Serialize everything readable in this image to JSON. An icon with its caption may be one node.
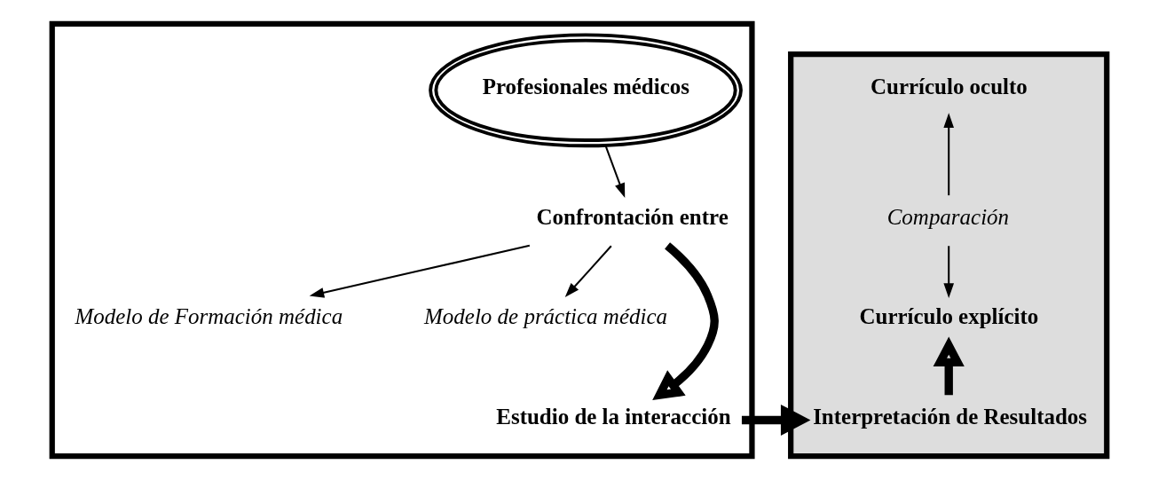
{
  "diagram": {
    "nodes": [
      {
        "text": [],
        "shape": "box"
      },
      {
        "text": [
          "Profesionales médicos"
        ],
        "in": 0
      },
      {
        "text": [
          "Confrontación entre"
        ],
        "in": 0
      },
      {
        "text": [
          "Modelo de Formación médica"
        ],
        "in": 0
      },
      {
        "text": [
          "Modelo de práctica médica"
        ],
        "in": 0
      },
      {
        "text": [
          "Estudio de la interacción"
        ],
        "in": 0
      },
      {
        "text": [],
        "shape": "box"
      },
      {
        "text": [
          "Currículo oculto"
        ],
        "in": 6
      },
      {
        "text": [
          "Comparación"
        ],
        "in": 6
      },
      {
        "text": [
          "Currículo explícito"
        ],
        "in": 6
      },
      {
        "text": [
          "Interpretación de Resultados"
        ],
        "in": 6
      }
    ],
    "edges": [
      {
        "from": 1,
        "to": 2,
        "arrow": "to"
      },
      {
        "from": 2,
        "to": 3,
        "arrow": "to"
      },
      {
        "from": 2,
        "to": 4,
        "arrow": "to"
      },
      {
        "from": 2,
        "to": 5,
        "arrow": "to",
        "style": "thick"
      },
      {
        "from": 5,
        "to": 10,
        "arrow": "to",
        "style": "thick"
      },
      {
        "from": 8,
        "to": 7,
        "arrow": "to"
      },
      {
        "from": 8,
        "to": 9,
        "arrow": "to"
      },
      {
        "from": 10,
        "to": 9,
        "arrow": "to",
        "style": "thick"
      }
    ]
  }
}
